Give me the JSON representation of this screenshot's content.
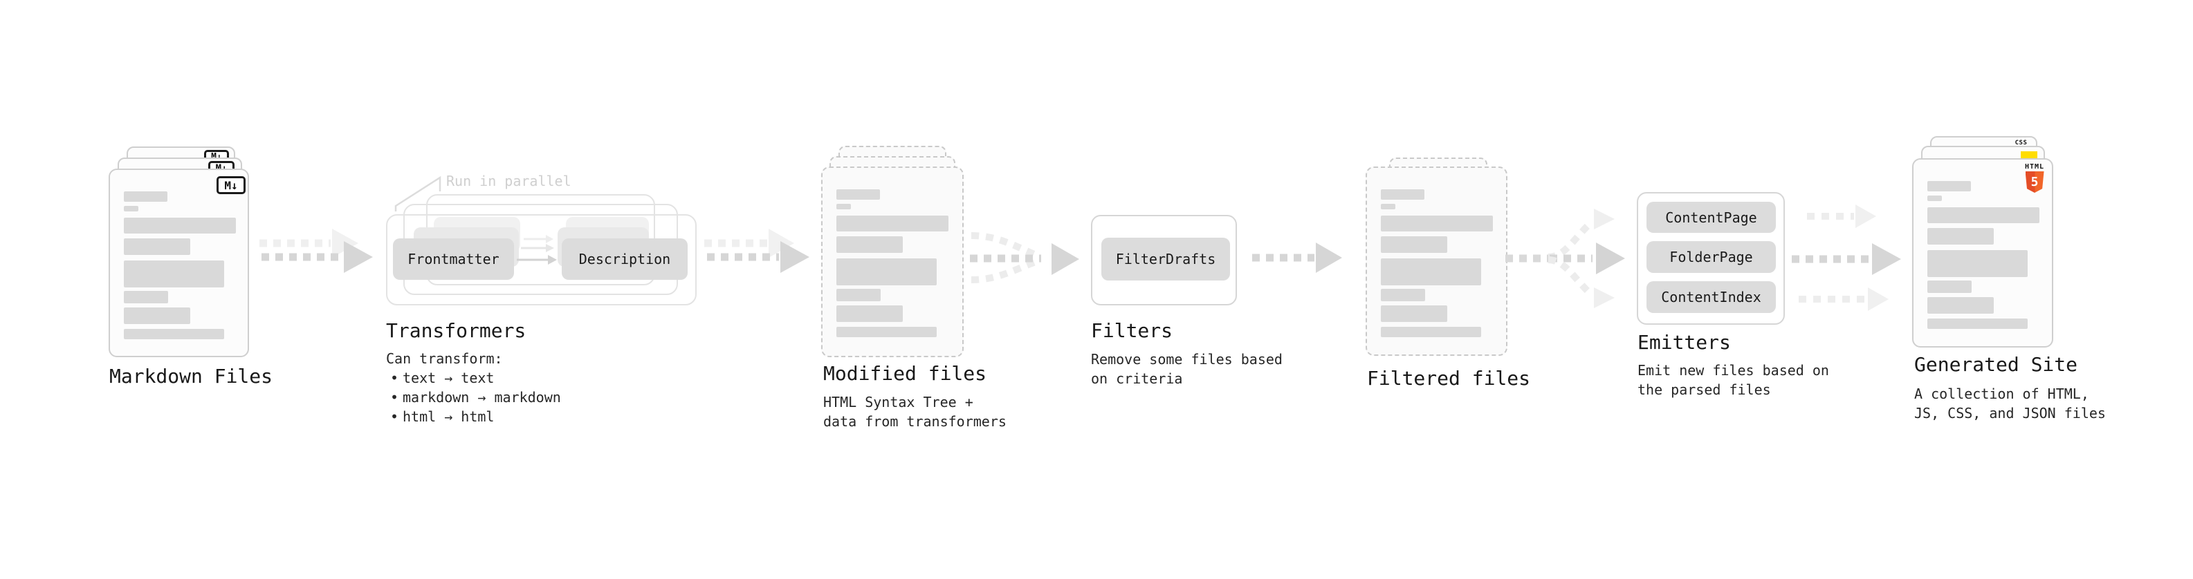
{
  "diagram": {
    "markdown": {
      "label": "Markdown Files",
      "badge": "M↓"
    },
    "transformers": {
      "annotation": "Run in parallel",
      "frontmatter": "Frontmatter",
      "description": "Description",
      "label": "Transformers",
      "caption_title": "Can transform:",
      "bullet_char": "•",
      "bullets": {
        "b1": "text → text",
        "b2": "markdown → markdown",
        "b3": "html → html"
      }
    },
    "modified": {
      "label": "Modified files",
      "caption1": "HTML Syntax Tree +",
      "caption2": "data from transformers"
    },
    "filters": {
      "label": "Filters",
      "button": "FilterDrafts",
      "caption1": "Remove some files based",
      "caption2": "on criteria"
    },
    "filtered": {
      "label": "Filtered files"
    },
    "emitters": {
      "label": "Emitters",
      "button1": "ContentPage",
      "button2": "FolderPage",
      "button3": "ContentIndex",
      "caption1": "Emit new files based on",
      "caption2": "the parsed files"
    },
    "generated": {
      "label": "Generated Site",
      "caption1": "A collection of HTML,",
      "caption2": "JS, CSS, and JSON files",
      "css_badge": "CSS",
      "html_badge_text": "HTML",
      "html_badge_number": "5"
    },
    "colors": {
      "js_yellow": "#ffdd00",
      "css_blue": "#2563eb",
      "html5_orange_dark": "#e44d26",
      "html5_orange_light": "#f16529",
      "skeleton_gray": "#d9d9d9",
      "chip_gray": "#dcdcdc",
      "arrow_gray": "#d6d6d6",
      "arrow_faint": "#ededed"
    }
  }
}
